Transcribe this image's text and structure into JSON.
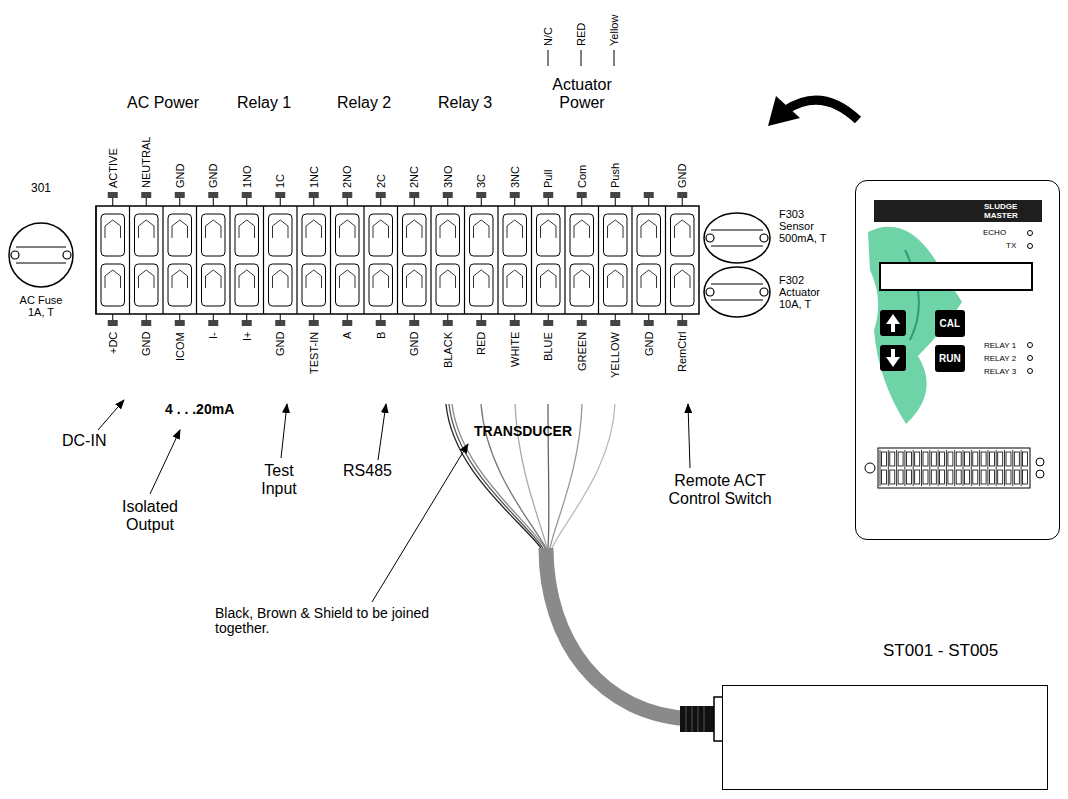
{
  "diagram": {
    "nodes": [
      {
        "text": [
          "301",
          "AC Fuse 1A, T"
        ]
      },
      {
        "text": [
          "F303 Sensor 500mA, T"
        ]
      },
      {
        "text": [
          "F302 Actuator 10A, T"
        ]
      },
      {
        "text": [
          "SLUDGE MASTER",
          "ECHO",
          "TX",
          "RELAY 1",
          "RELAY 2",
          "RELAY 3"
        ]
      },
      {
        "text": [
          "CAL"
        ],
        "in": 3
      },
      {
        "text": [
          "RUN"
        ],
        "in": 3
      },
      {
        "text": [
          "ST001 - ST005"
        ]
      }
    ],
    "labels": [
      "AC Power",
      "Relay 1",
      "Relay 2",
      "Relay 3",
      "Actuator Power",
      "N/C",
      "RED",
      "Yellow",
      "ACTIVE",
      "NEUTRAL",
      "GND",
      "GND",
      "1NO",
      "1C",
      "1NC",
      "2NO",
      "2C",
      "2NC",
      "3NO",
      "3C",
      "3NC",
      "Pull",
      "Com",
      "Push",
      "GND",
      "+DC",
      "GND",
      "ICOM",
      "I-",
      "I+",
      "GND",
      "TEST-IN",
      "A",
      "B",
      "GND",
      "BLACK",
      "RED",
      "WHITE",
      "BLUE",
      "GREEN",
      "YELLOW",
      "GND",
      "RemCtrl",
      "DC-IN",
      "4 . . .20mA",
      "Isolated Output",
      "Test Input",
      "RS485",
      "TRANSDUCER",
      "Black, Brown & Shield to be joined together.",
      "Remote ACT Control Switch"
    ]
  }
}
